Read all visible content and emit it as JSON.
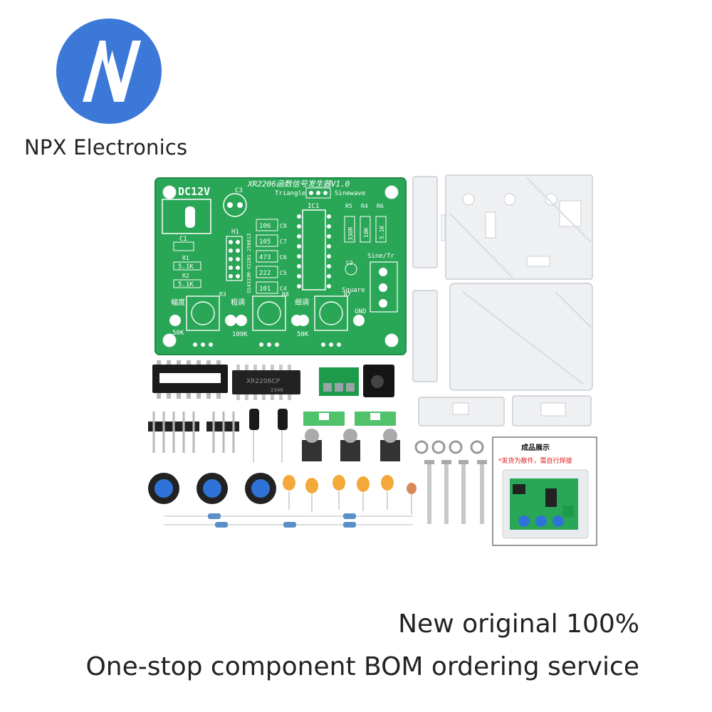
{
  "brand": {
    "logo_icon": "npx-n-logo-icon",
    "name": "NPX Electronics",
    "logo_color": "#3b78d8"
  },
  "product": {
    "photo_icon": "xr2206-function-generator-kit-photo",
    "pcb": {
      "power_label": "DC12V",
      "title": "XR2206函数信号发生器V1.0",
      "triangle_label": "Triangle",
      "sinewave_label": "Sinewave",
      "ic_label": "IC1",
      "h_label": "H1",
      "c1_label": "C1",
      "c3_label": "C3",
      "r1_label": "R1",
      "r1_value": "5.1K",
      "r2_label": "R2",
      "r2_value": "5.1K",
      "cap_values": [
        "106",
        "105",
        "473",
        "222",
        "101"
      ],
      "cap_labels": [
        "C8",
        "C7",
        "C6",
        "C5",
        "C4"
      ],
      "r5_label": "R5",
      "r4_label": "R4",
      "r6_label": "R6",
      "r5_value": "330R",
      "r4_value": "10K",
      "r6_value": "5.1K",
      "c2_label": "C2",
      "sine_tr_label": "Sine/Tr",
      "square_label": "Square",
      "gnd_label": "GND",
      "r3_label": "R3",
      "r8_label": "R8",
      "r7_label": "R7",
      "pot1_cn": "幅度",
      "pot2_cn": "粗调",
      "pot3_cn": "细调",
      "pot1_value": "50K",
      "pot2_value": "100K",
      "pot3_value": "50K",
      "vertical_code": "SS4333M-Y2201 250613",
      "pcb_color": "#2aa657"
    },
    "chip_label": "XR2206CP",
    "chip_sub": "2346",
    "inset": {
      "title": "成品展示",
      "note": "*发货为散件，需自行焊接"
    }
  },
  "tagline": {
    "line1": "New original 100%",
    "line2": "One-stop component BOM ordering service"
  }
}
